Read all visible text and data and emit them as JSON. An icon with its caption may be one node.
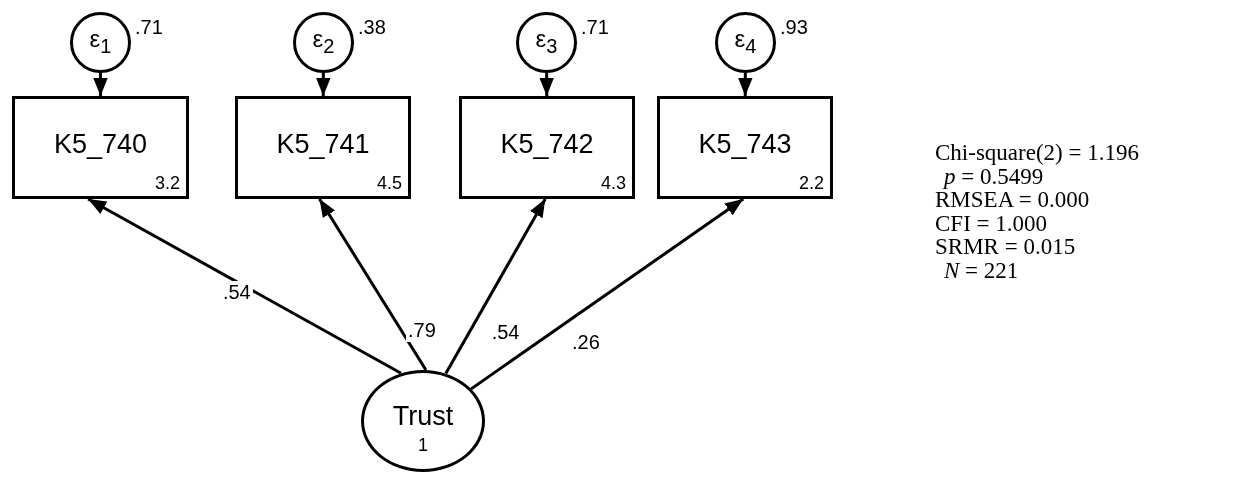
{
  "diagram": {
    "nodes": [
      {
        "text": [
          "ε$_{1}$"
        ],
        "beside": [
          ".71"
        ]
      },
      {
        "text": [
          "ε$_{2}$"
        ],
        "beside": [
          ".38"
        ]
      },
      {
        "text": [
          "ε$_{3}$"
        ],
        "beside": [
          ".71"
        ]
      },
      {
        "text": [
          "ε$_{4}$"
        ],
        "beside": [
          ".93"
        ]
      },
      {
        "text": [
          "K5_740",
          "3.2"
        ]
      },
      {
        "text": [
          "K5_741",
          "4.5"
        ]
      },
      {
        "text": [
          "K5_742",
          "4.3"
        ]
      },
      {
        "text": [
          "K5_743",
          "2.2"
        ]
      },
      {
        "text": [
          "Trust",
          "1"
        ]
      }
    ],
    "edges": [
      {
        "from": 0,
        "to": 4,
        "arrow": "to"
      },
      {
        "from": 1,
        "to": 5,
        "arrow": "to"
      },
      {
        "from": 2,
        "to": 6,
        "arrow": "to"
      },
      {
        "from": 3,
        "to": 7,
        "arrow": "to"
      },
      {
        "from": 8,
        "to": 4,
        "arrow": "to",
        "label": ".54"
      },
      {
        "from": 8,
        "to": 5,
        "arrow": "to",
        "label": ".79"
      },
      {
        "from": 8,
        "to": 6,
        "arrow": "to",
        "label": ".54"
      },
      {
        "from": 8,
        "to": 7,
        "arrow": "to",
        "label": ".26"
      }
    ],
    "labels": [
      "Chi-square(2) = 1.196",
      "*p* = 0.5499",
      "RMSEA = 0.000",
      "CFI = 1.000",
      "SRMR = 0.015",
      "*N* = 221"
    ]
  }
}
